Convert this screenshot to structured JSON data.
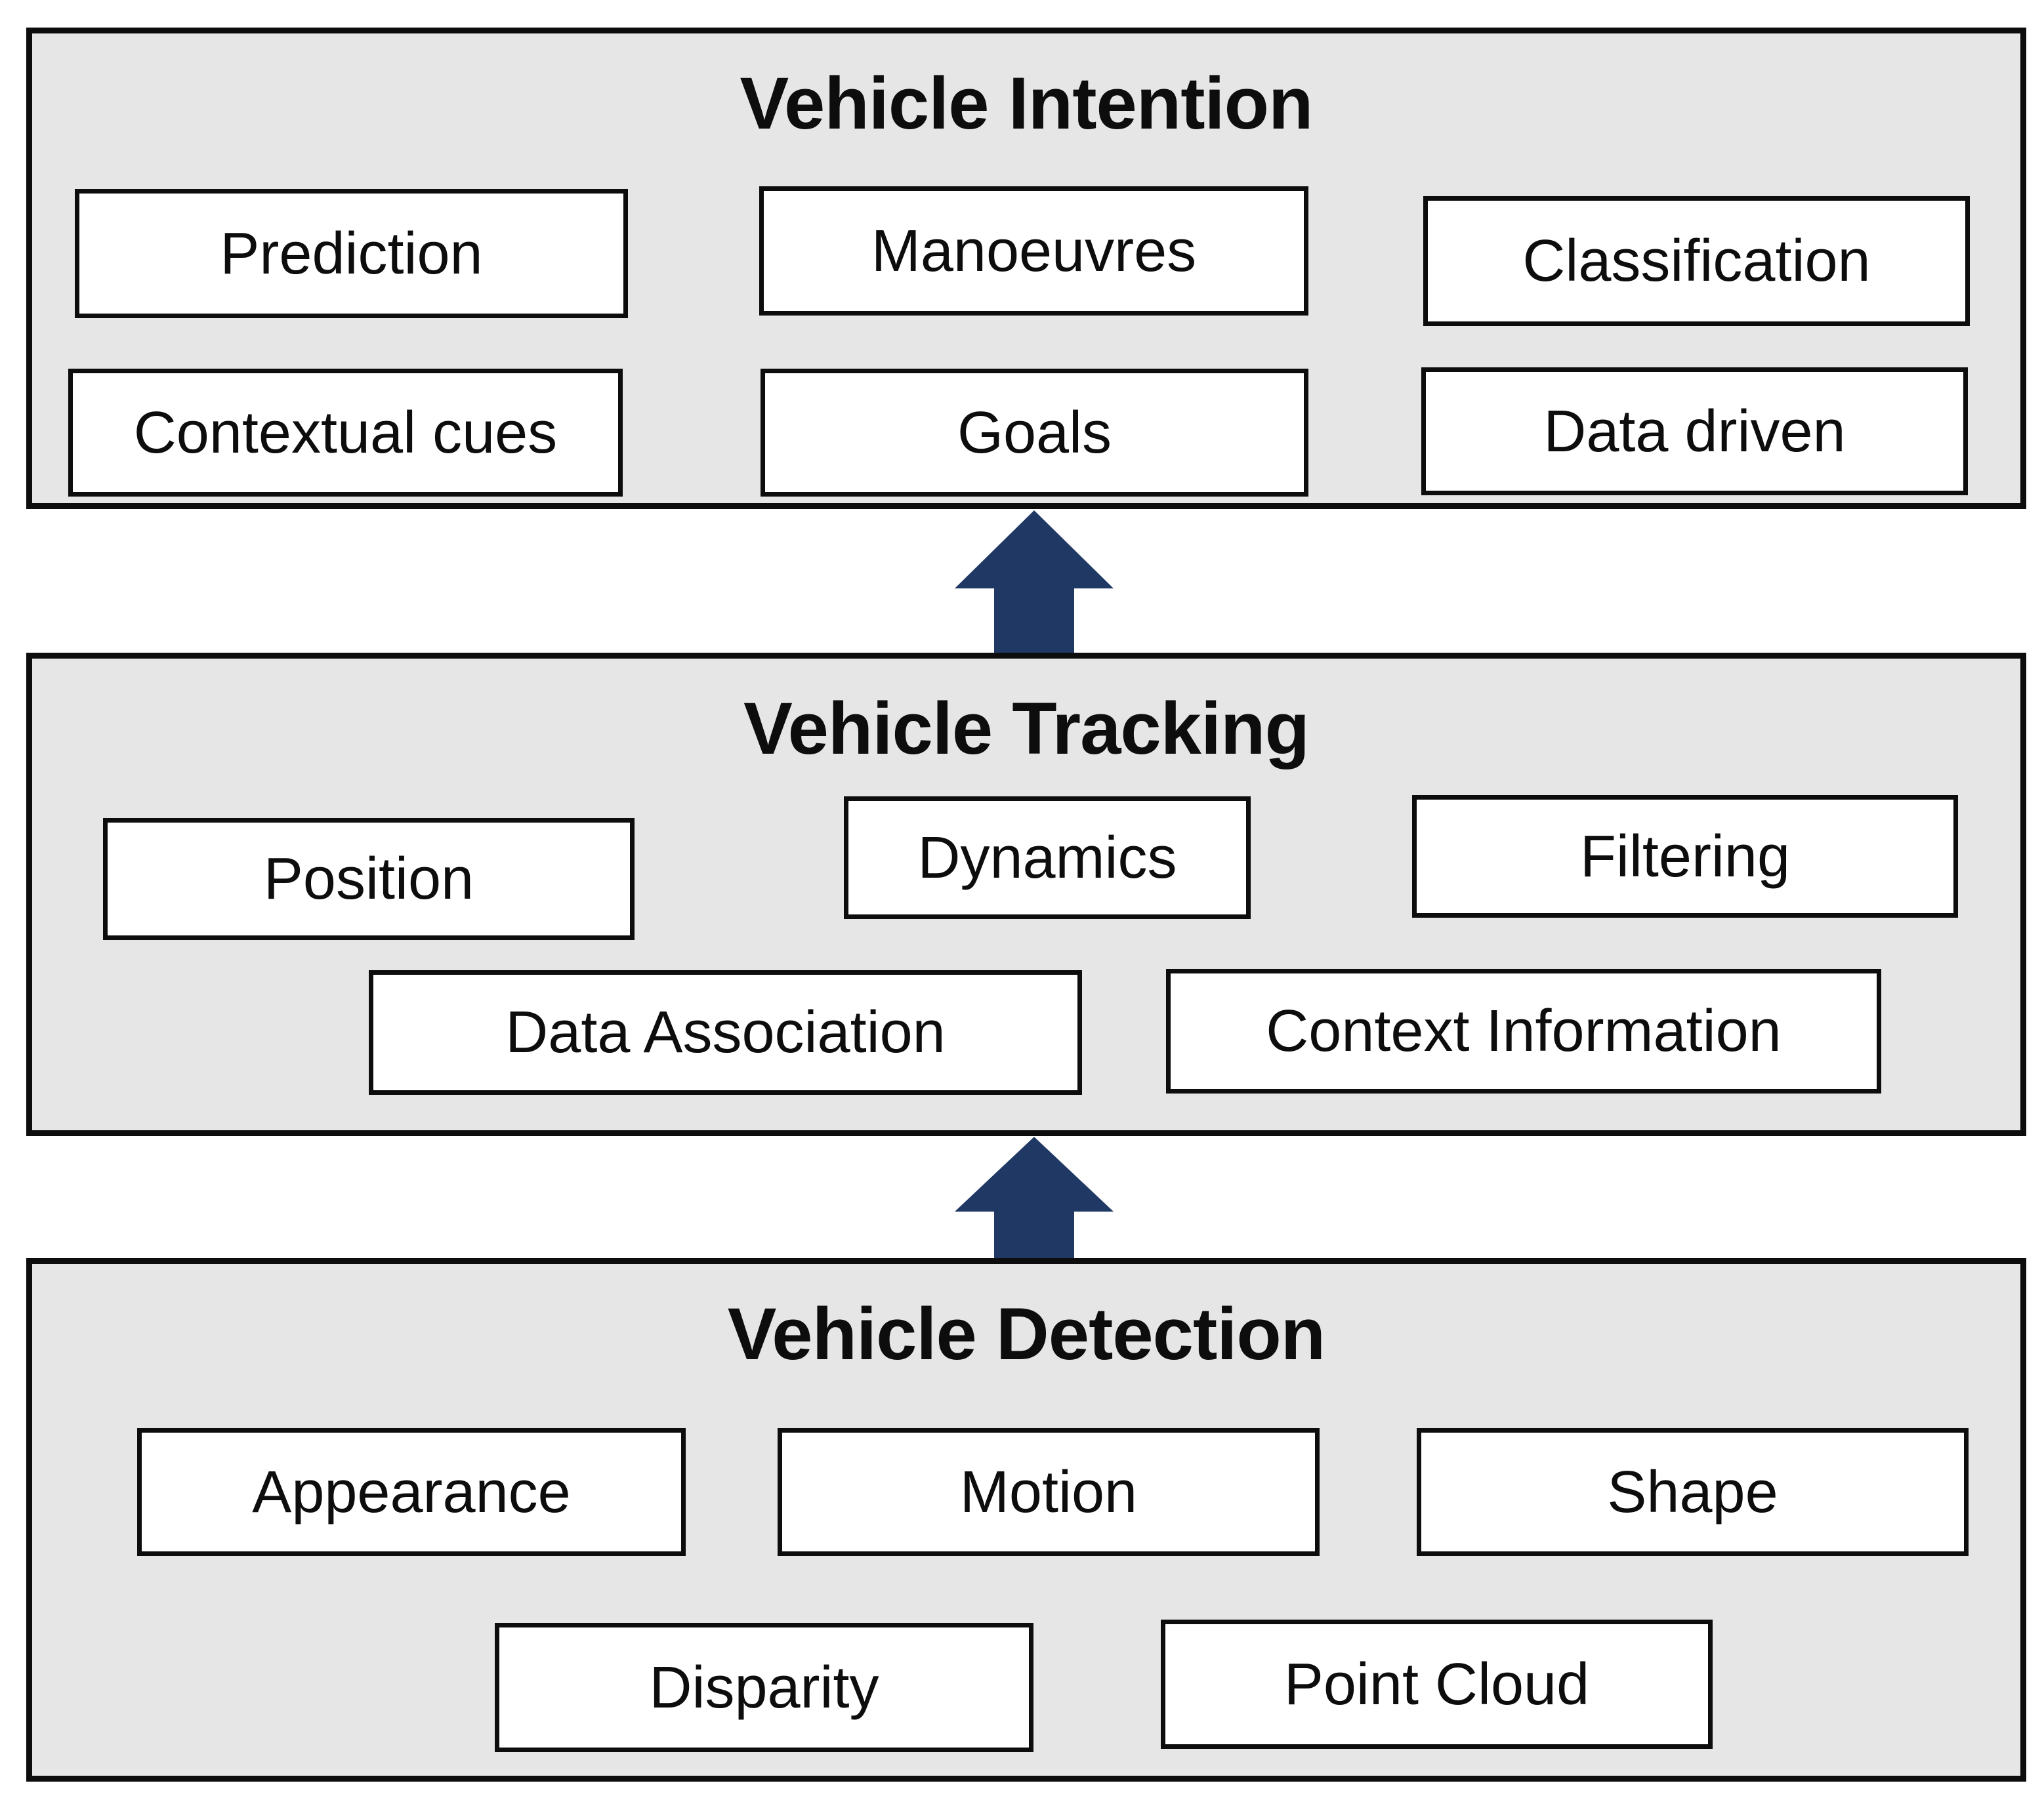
{
  "diagram": {
    "colors": {
      "panel_background": "#e7e6e6",
      "panel_border": "#0d0d0d",
      "box_background": "#ffffff",
      "box_border": "#0d0d0d",
      "arrow": "#1f3864",
      "text": "#0d0d0d"
    },
    "panels": [
      {
        "title": "Vehicle Intention",
        "boxes": [
          {
            "label": "Prediction"
          },
          {
            "label": "Manoeuvres"
          },
          {
            "label": "Classification"
          },
          {
            "label": "Contextual cues"
          },
          {
            "label": "Goals"
          },
          {
            "label": "Data driven"
          }
        ]
      },
      {
        "title": "Vehicle Tracking",
        "boxes": [
          {
            "label": "Position"
          },
          {
            "label": "Dynamics"
          },
          {
            "label": "Filtering"
          },
          {
            "label": "Data Association"
          },
          {
            "label": "Context Information"
          }
        ]
      },
      {
        "title": "Vehicle Detection",
        "boxes": [
          {
            "label": "Appearance"
          },
          {
            "label": "Motion"
          },
          {
            "label": "Shape"
          },
          {
            "label": "Disparity"
          },
          {
            "label": "Point Cloud"
          }
        ]
      }
    ],
    "arrows": [
      {
        "name": "detection-to-tracking",
        "direction": "up"
      },
      {
        "name": "tracking-to-intention",
        "direction": "up"
      }
    ]
  }
}
